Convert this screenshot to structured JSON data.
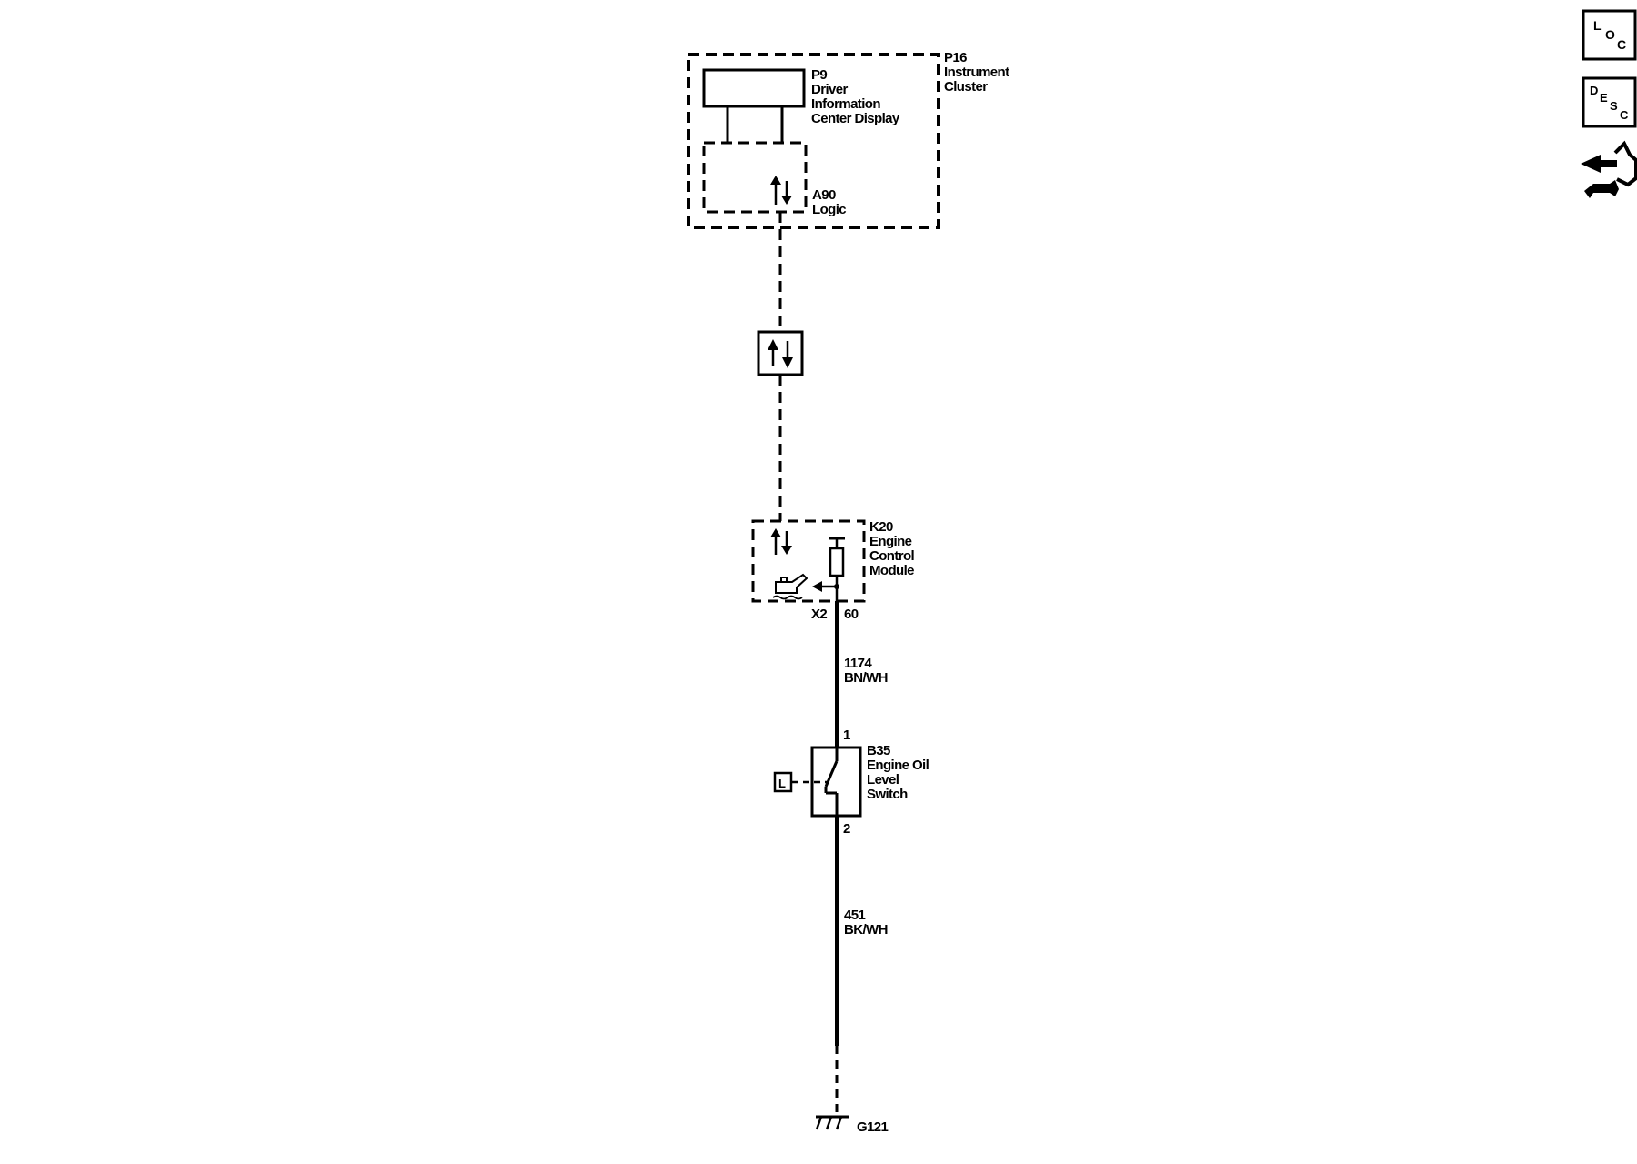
{
  "instrument_cluster": {
    "ref": "P16",
    "name_line1": "Instrument",
    "name_line2": "Cluster"
  },
  "dic_display": {
    "ref": "P9",
    "name_line1": "Driver",
    "name_line2": "Information",
    "name_line3": "Center Display"
  },
  "logic": {
    "ref": "A90",
    "name": "Logic"
  },
  "ecm": {
    "ref": "K20",
    "name_line1": "Engine",
    "name_line2": "Control",
    "name_line3": "Module",
    "connector": "X2",
    "pin": "60"
  },
  "wire_1174": {
    "circuit": "1174",
    "color": "BN/WH"
  },
  "oil_level_switch": {
    "ref": "B35",
    "name_line1": "Engine Oil",
    "name_line2": "Level",
    "name_line3": "Switch",
    "pin_top": "1",
    "pin_bottom": "2",
    "sensor_symbol": "L"
  },
  "wire_451": {
    "circuit": "451",
    "color": "BK/WH"
  },
  "ground": {
    "ref": "G121"
  },
  "side_icons": {
    "loc": {
      "l1": "L",
      "l2": "O",
      "l3": "C"
    },
    "desc": {
      "l1": "D",
      "l2": "E",
      "l3": "S",
      "l4": "C"
    }
  }
}
